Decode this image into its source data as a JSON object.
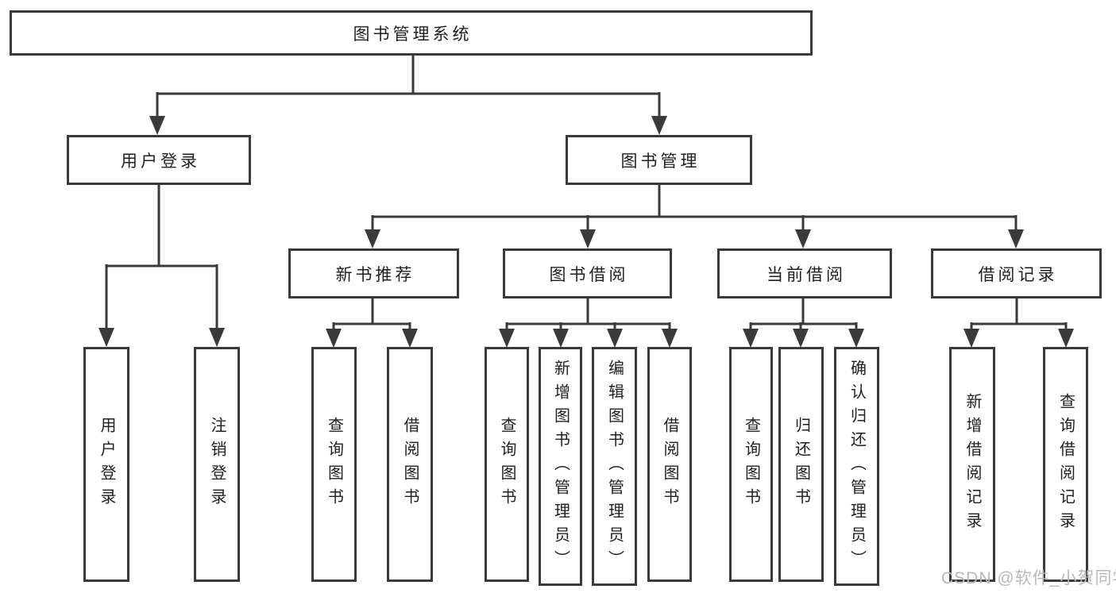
{
  "diagram_type": "hierarchy-tree",
  "colors": {
    "line": "#3a3a3a",
    "box_border": "#3a3a3a",
    "box_background": "#ffffff",
    "text": "#1f1f1f",
    "watermark": "#b9b9b9"
  },
  "tree": {
    "label": "图书管理系统",
    "children": [
      {
        "label": "用户登录",
        "children": [
          {
            "label": "用户登录"
          },
          {
            "label": "注销登录"
          }
        ]
      },
      {
        "label": "图书管理",
        "children": [
          {
            "label": "新书推荐",
            "children": [
              {
                "label": "查询图书"
              },
              {
                "label": "借阅图书"
              }
            ]
          },
          {
            "label": "图书借阅",
            "children": [
              {
                "label": "查询图书"
              },
              {
                "label": "新增图书（管理员）"
              },
              {
                "label": "编辑图书（管理员）"
              },
              {
                "label": "借阅图书"
              }
            ]
          },
          {
            "label": "当前借阅",
            "children": [
              {
                "label": "查询图书"
              },
              {
                "label": "归还图书"
              },
              {
                "label": "确认归还（管理员）"
              }
            ]
          },
          {
            "label": "借阅记录",
            "children": [
              {
                "label": "新增借阅记录"
              },
              {
                "label": "查询借阅记录"
              }
            ]
          }
        ]
      }
    ]
  },
  "watermark": {
    "text": "CSDN @软件_小贺同学"
  }
}
